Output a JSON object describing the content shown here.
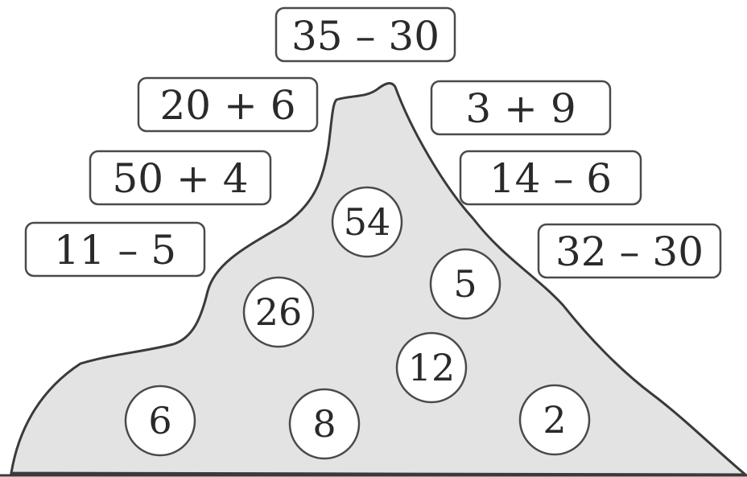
{
  "expressions": {
    "top": "35 – 30",
    "left_1": "20 + 6",
    "left_2": "50 + 4",
    "left_3": "11 – 5",
    "right_1": "3 + 9",
    "right_2": "14 – 6",
    "right_3": "32 – 30"
  },
  "answers": {
    "a54": "54",
    "a5": "5",
    "a26": "26",
    "a12": "12",
    "a6": "6",
    "a8": "8",
    "a2": "2"
  },
  "colors": {
    "mountain_fill": "#e3e3e3",
    "outline": "#3a3a3a"
  }
}
